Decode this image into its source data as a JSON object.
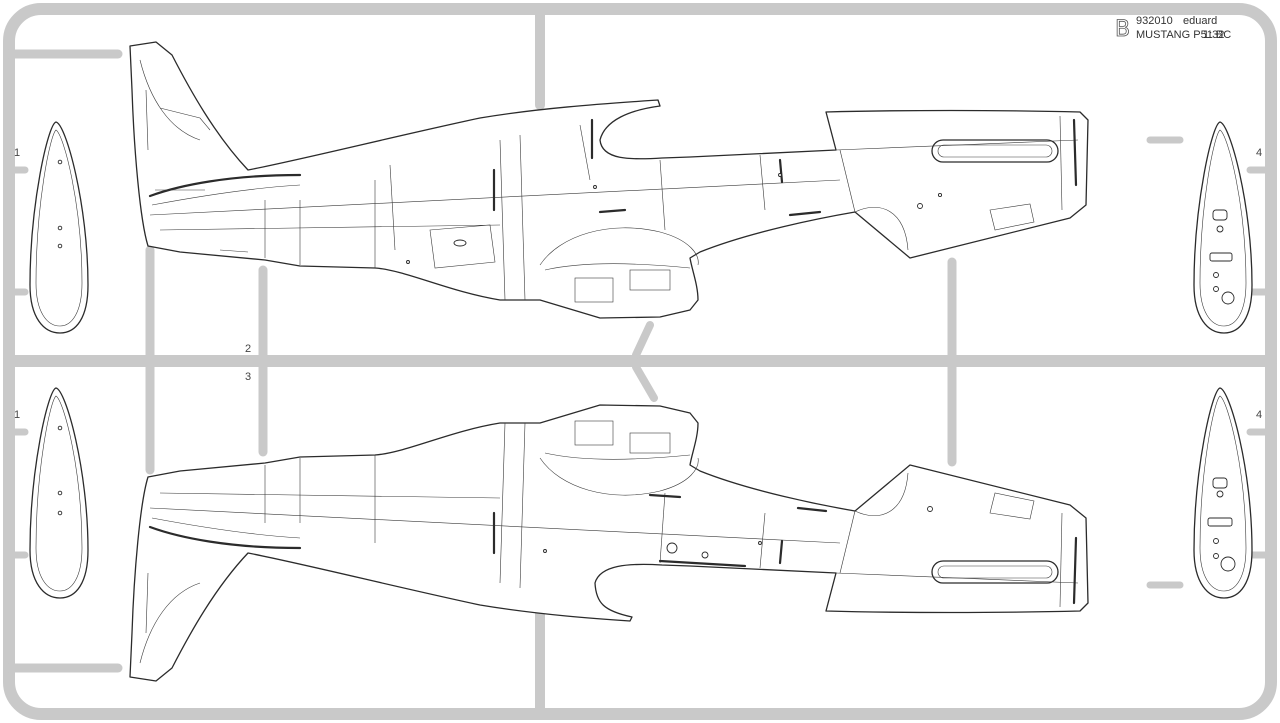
{
  "header": {
    "sprue_letter": "B",
    "catalog_number": "932010",
    "brand": "eduard",
    "kit_name": "MUSTANG P51 BC",
    "scale": "1:32"
  },
  "part_numbers": {
    "part_1_top": "1",
    "part_1_bottom": "1",
    "part_2": "2",
    "part_3": "3",
    "part_4_top": "4",
    "part_4_bottom": "4"
  },
  "colors": {
    "runner": "#c9c9c9",
    "outline": "#2b2b2b",
    "background": "#ffffff"
  }
}
